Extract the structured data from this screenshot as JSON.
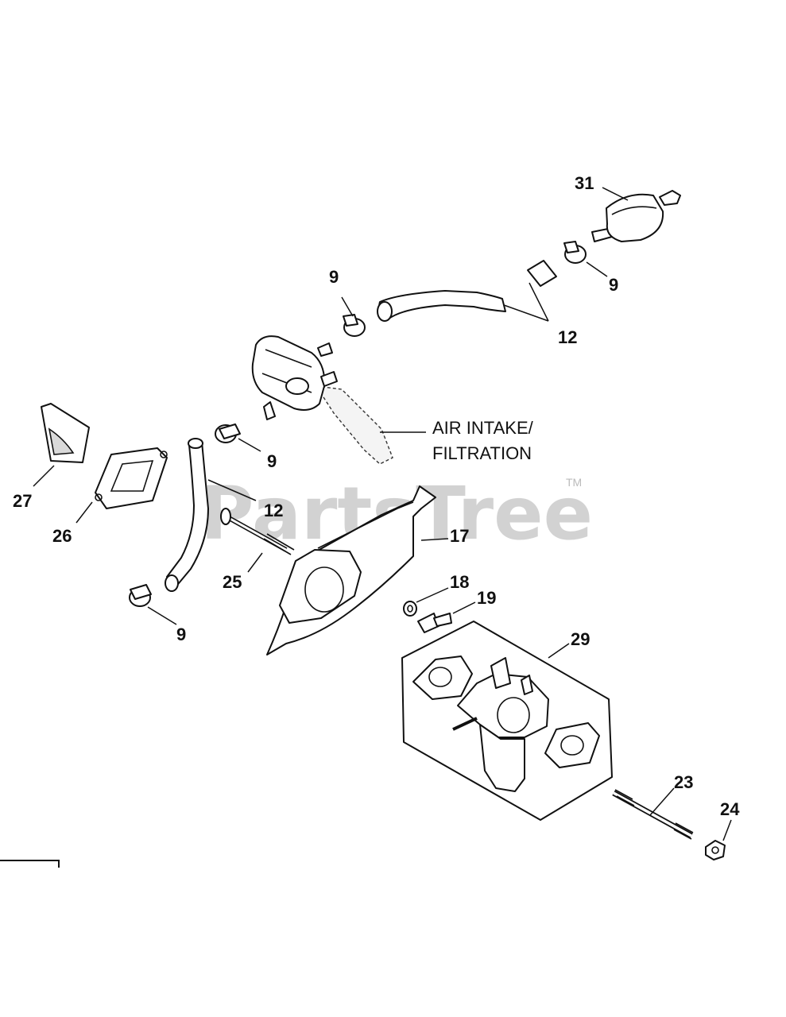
{
  "diagram": {
    "watermark": "PartsTree",
    "trademark": "TM",
    "note": [
      "AIR INTAKE/",
      "FILTRATION"
    ],
    "labels": {
      "p31": "31",
      "p9_top_right": "9",
      "p12_top": "12",
      "p9_top": "9",
      "p9_mid": "9",
      "p27": "27",
      "p26": "26",
      "p12_mid": "12",
      "p17": "17",
      "p25": "25",
      "p18": "18",
      "p19": "19",
      "p9_bottom": "9",
      "p29": "29",
      "p23": "23",
      "p24": "24"
    }
  }
}
